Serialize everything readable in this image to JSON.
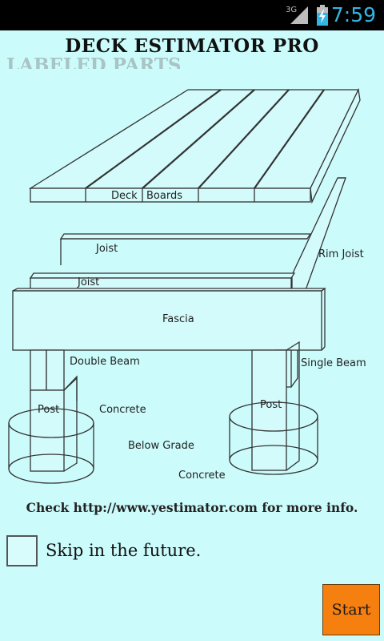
{
  "status_bar": {
    "network": "3G",
    "time": "7:59"
  },
  "title": "DECK ESTIMATOR PRO",
  "diagram": {
    "heading": "LABELED PARTS",
    "labels": {
      "deck": "Deck",
      "boards": "Boards",
      "joist_upper": "Joist",
      "joist_lower": "Joist",
      "rim_joist": "Rim Joist",
      "fascia": "Fascia",
      "double_beam": "Double Beam",
      "single_beam": "Single Beam",
      "post_left": "Post",
      "post_right": "Post",
      "concrete_upper": "Concrete",
      "concrete_lower": "Concrete",
      "below_grade": "Below Grade"
    }
  },
  "info_text": "Check http://www.yestimator.com for more info.",
  "skip_label": "Skip in the future.",
  "start_button": "Start",
  "colors": {
    "background": "#ccfbfb",
    "accent": "#f57f0f",
    "status_clock": "#33b5e5"
  }
}
